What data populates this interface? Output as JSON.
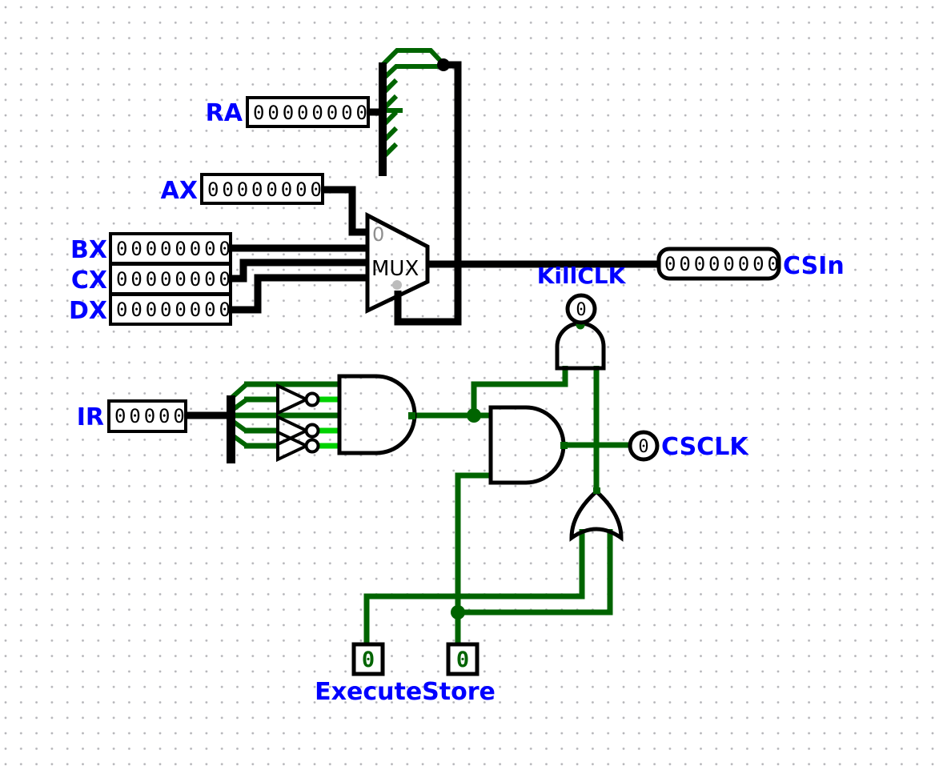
{
  "colors": {
    "bus": "#000000",
    "wire_low": "#006400",
    "wire_high": "#00d200",
    "label_blue": "#0000ff",
    "gray_text": "#8f8f8f",
    "gray_dot": "#bcbcbc",
    "grid_dot": "#b4b4b8"
  },
  "registers": {
    "ra": {
      "label": "RA",
      "value": "00000000"
    },
    "ax": {
      "label": "AX",
      "value": "00000000"
    },
    "bx": {
      "label": "BX",
      "value": "00000000"
    },
    "cx": {
      "label": "CX",
      "value": "00000000"
    },
    "dx": {
      "label": "DX",
      "value": "00000000"
    },
    "ir": {
      "label": "IR",
      "value": "00000"
    }
  },
  "output_pins": {
    "csin": {
      "label": "CSIn",
      "value": "00000000"
    },
    "killclk": {
      "label": "KillCLK",
      "value": "0"
    },
    "csclk": {
      "label": "CSCLK",
      "value": "0"
    }
  },
  "input_pins": {
    "group_label": "ExecuteStore",
    "execute": {
      "value": "0"
    },
    "store": {
      "value": "0"
    }
  },
  "mux": {
    "label": "MUX",
    "port0_label": "0"
  }
}
